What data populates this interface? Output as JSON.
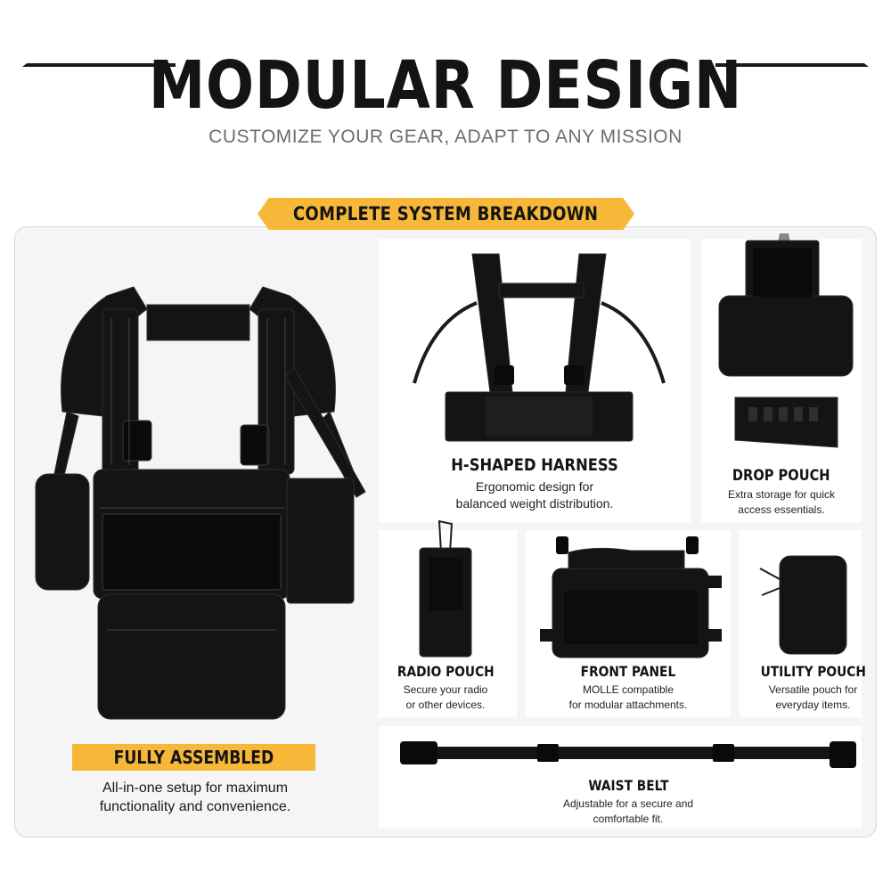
{
  "header": {
    "title": "MODULAR DESIGN",
    "subtitle": "CUSTOMIZE YOUR GEAR, ADAPT TO ANY MISSION"
  },
  "banner": {
    "label": "COMPLETE SYSTEM BREAKDOWN"
  },
  "assembled": {
    "title": "FULLY ASSEMBLED",
    "desc_line1": "All-in-one setup for maximum",
    "desc_line2": "functionality and convenience."
  },
  "items": {
    "harness": {
      "title": "H-SHAPED HARNESS",
      "line1": "Ergonomic design for",
      "line2": "balanced weight distribution."
    },
    "drop_pouch": {
      "title": "DROP POUCH",
      "line1": "Extra storage for quick",
      "line2": "access essentials."
    },
    "radio_pouch": {
      "title": "RADIO POUCH",
      "line1": "Secure your radio",
      "line2": "or other devices."
    },
    "front_panel": {
      "title": "FRONT PANEL",
      "line1": "MOLLE compatible",
      "line2": "for modular attachments."
    },
    "utility_pouch": {
      "title": "UTILITY POUCH",
      "line1": "Versatile pouch for",
      "line2": "everyday items."
    },
    "waist_belt": {
      "title": "WAIST BELT",
      "line1": "Adjustable for a secure and",
      "line2": "comfortable fit."
    }
  },
  "colors": {
    "accent": "#f7b83a",
    "gear": "#141414",
    "text": "#141414",
    "subtitle": "#6d6d6d"
  }
}
